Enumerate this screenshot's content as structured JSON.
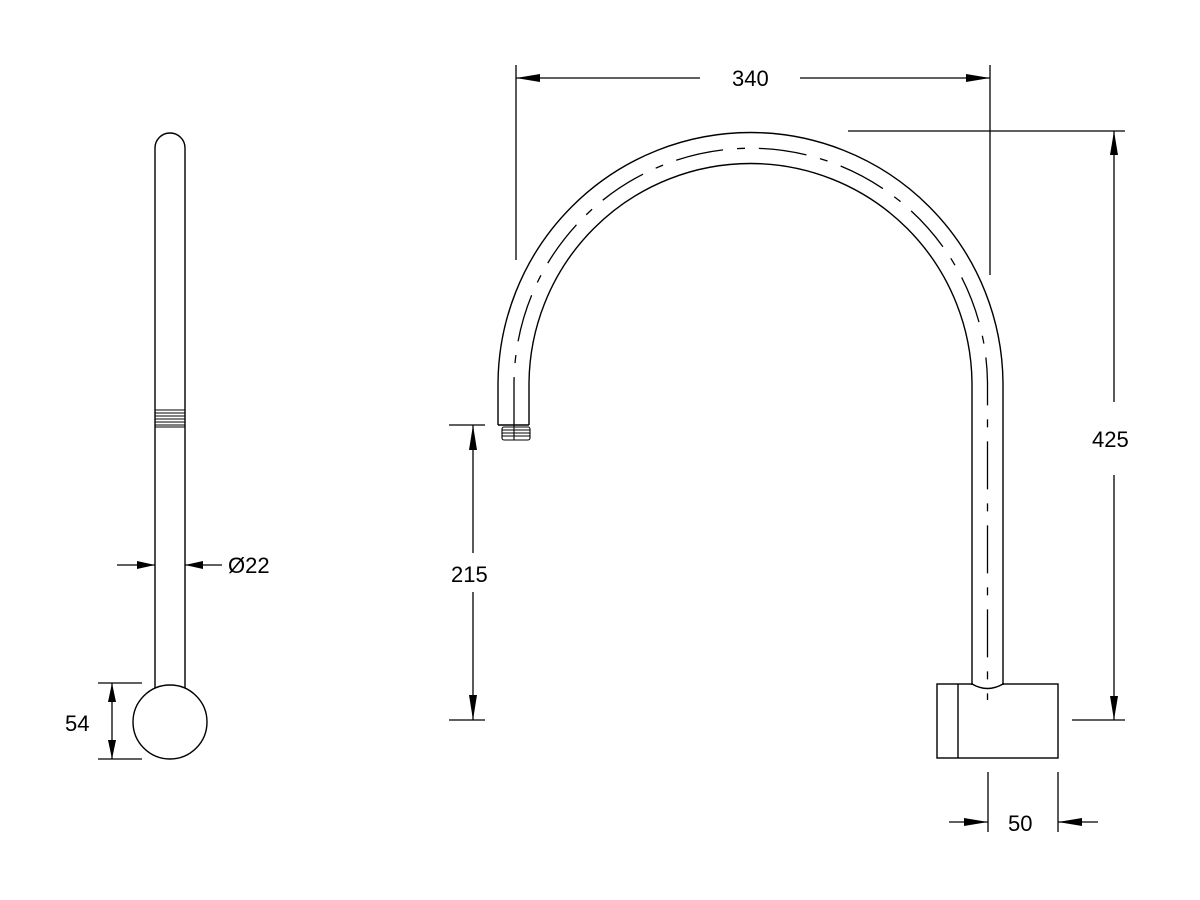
{
  "drawing": {
    "type": "technical-dimension-drawing",
    "subject": "gooseneck spout",
    "units": "mm",
    "line_color": "#000000",
    "background": "#ffffff"
  },
  "side_view": {
    "diameter_label": "Ø22",
    "base_height_label": "54"
  },
  "front_view": {
    "width_label": "340",
    "total_height_label": "425",
    "outlet_height_label": "215",
    "base_offset_label": "50"
  }
}
